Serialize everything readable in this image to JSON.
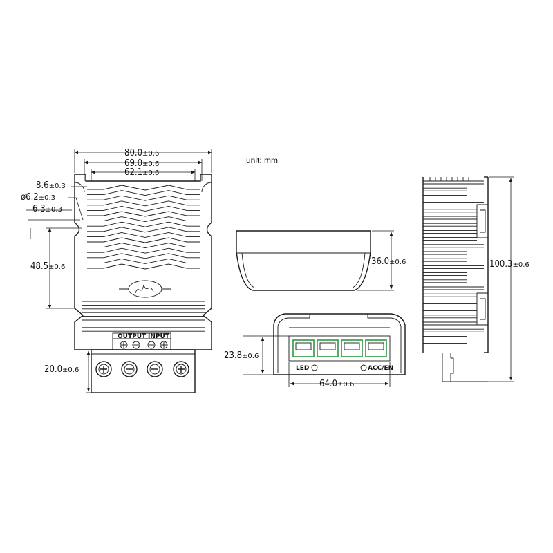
{
  "unit_note": "unit: mm",
  "top_view": {
    "width_outer": {
      "value": "80.0",
      "tol": "±0.6"
    },
    "width_mid": {
      "value": "69.0",
      "tol": "±0.6"
    },
    "width_inner": {
      "value": "62.1",
      "tol": "±0.6"
    },
    "hole_offset": {
      "value": "8.6",
      "tol": "±0.3"
    },
    "hole_dia": {
      "value": "ø6.2",
      "tol": "±0.3"
    },
    "hole_edge": {
      "value": "6.3",
      "tol": "±0.3"
    },
    "height_body": {
      "value": "48.5",
      "tol": "±0.6"
    },
    "terminal_height": {
      "value": "20.0",
      "tol": "±0.6"
    },
    "output_label": "OUTPUT",
    "input_label": "INPUT"
  },
  "side_view": {
    "height": {
      "value": "36.0",
      "tol": "±0.6"
    }
  },
  "front_view": {
    "height": {
      "value": "23.8",
      "tol": "±0.6"
    },
    "width": {
      "value": "64.0",
      "tol": "±0.6"
    },
    "led_label": "LED",
    "acc_label": "ACC/EN"
  },
  "end_view": {
    "length": {
      "value": "100.3",
      "tol": "±0.6"
    }
  },
  "colors": {
    "line": "#1a1a1a",
    "connector": "#2f9a3c"
  }
}
